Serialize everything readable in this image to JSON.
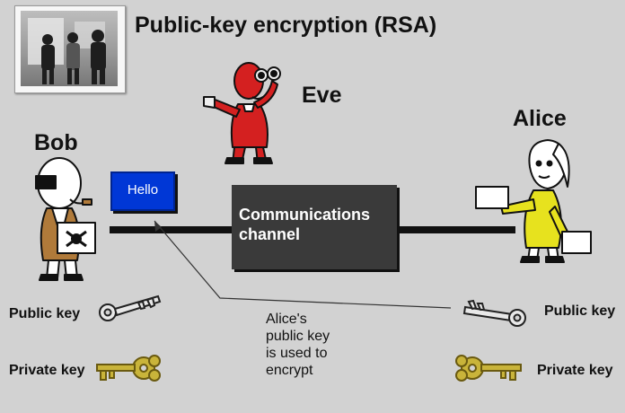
{
  "title": "Public-key encryption (RSA)",
  "people": {
    "bob": "Bob",
    "alice": "Alice",
    "eve": "Eve"
  },
  "message": "Hello",
  "channel": {
    "line1": "Communications",
    "line2": "channel"
  },
  "note_lines": [
    "Alice's",
    "public key",
    "is used to",
    "encrypt"
  ],
  "keys": {
    "bob_public": "Public key",
    "bob_private": "Private key",
    "alice_public": "Public key",
    "alice_private": "Private key"
  },
  "colors": {
    "background": "#d2d2d2",
    "channel_box": "#3a3a3a",
    "message_box": "#0037d6",
    "eve": "#d42020",
    "alice_jacket": "#e7e21e",
    "bob_vest": "#b07a3a",
    "private_key": "#c9b43a",
    "public_key": "#e8e8e8"
  },
  "icons": [
    "inventors-photo",
    "bob-figure",
    "alice-figure",
    "eve-figure",
    "public-key-icon",
    "private-key-icon"
  ]
}
